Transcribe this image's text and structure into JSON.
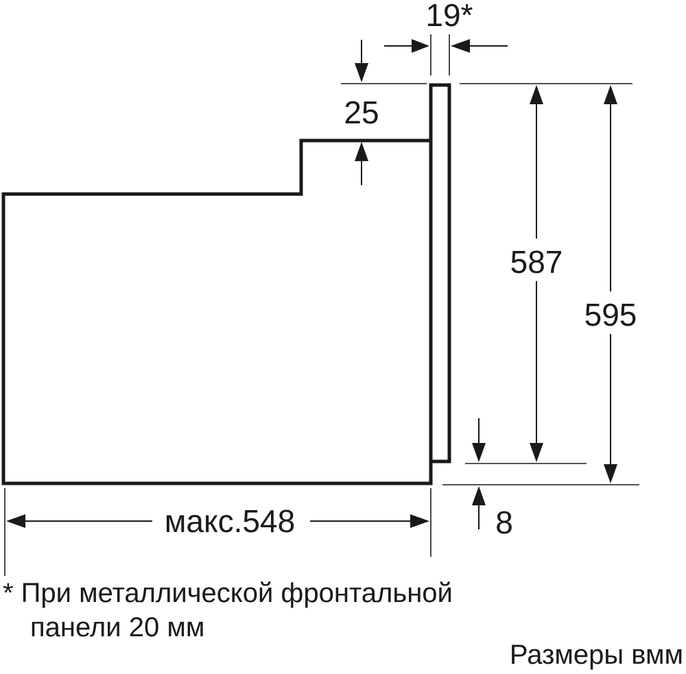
{
  "dimensions": {
    "panel_thickness": "19*",
    "top_offset": "25",
    "front_height": "587",
    "total_height": "595",
    "bottom_offset": "8",
    "max_depth": "макс.548"
  },
  "notes": {
    "footnote_line1": "* При металлической фронтальной",
    "footnote_line2": "панели 20 мм",
    "units": "Размеры вмм"
  },
  "colors": {
    "line": "#1a1a1a",
    "background": "#ffffff"
  }
}
